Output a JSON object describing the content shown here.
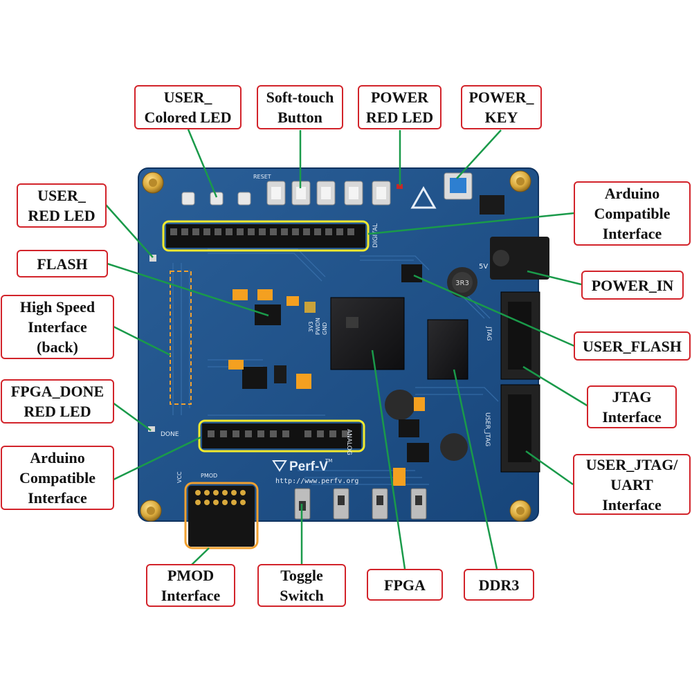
{
  "board": {
    "brand": "Perf-V",
    "brand_tm": "TM",
    "url": "http://www.perfv.org",
    "silk": {
      "digital": "DIGITAL",
      "analog": "ANALOG",
      "jtag": "JTAG",
      "user_jtag": "USER_JTAG",
      "pmod": "PMOD",
      "done": "DONE",
      "reset": "RESET",
      "v5": "5V",
      "vcc": "VCC",
      "gnd": "GND",
      "inductor": "3R3",
      "volt_3v3": "3V3",
      "pwdn": "PWDN"
    }
  },
  "callouts": {
    "user_colored_led": "USER_\nColored LED",
    "soft_touch_button": "Soft-touch\nButton",
    "power_red_led": "POWER\nRED LED",
    "power_key": "POWER_\nKEY",
    "user_red_led": "USER_\nRED LED",
    "arduino_top": "Arduino\nCompatible\nInterface",
    "flash": "FLASH",
    "power_in": "POWER_IN",
    "high_speed": "High Speed\nInterface\n(back)",
    "user_flash": "USER_FLASH",
    "fpga_done": "FPGA_DONE\nRED LED",
    "jtag": "JTAG\nInterface",
    "arduino_bottom": "Arduino\nCompatible\nInterface",
    "user_jtag_uart": "USER_JTAG/\nUART\nInterface",
    "pmod": "PMOD\nInterface",
    "toggle_switch": "Toggle\nSwitch",
    "fpga": "FPGA",
    "ddr3": "DDR3"
  },
  "colors": {
    "pcb": "#1d4f86",
    "pcb_dark": "#143c6a",
    "callout_border": "#d2232a",
    "leader": "#1a9a4a",
    "highlight_yellow": "#f2ea2e",
    "highlight_orange": "#f0a030",
    "brass": "#d9a93c"
  }
}
